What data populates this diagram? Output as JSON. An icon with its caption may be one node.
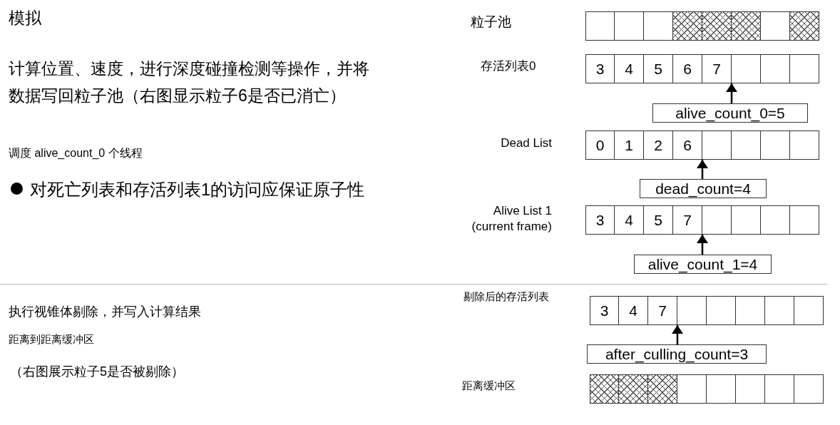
{
  "diagram": {
    "title": "模拟",
    "nodes": [
      {
        "text": [
          "粒子池"
        ]
      },
      {
        "text": [],
        "shape": "box",
        "in": 0
      },
      {
        "text": [],
        "shape": "box",
        "in": 0
      },
      {
        "text": [],
        "shape": "box",
        "in": 0
      },
      {
        "text": [],
        "shape": "box",
        "in": 0
      },
      {
        "text": [],
        "shape": "box",
        "in": 0
      },
      {
        "text": [],
        "shape": "box",
        "in": 0
      },
      {
        "text": [],
        "shape": "box",
        "in": 0
      },
      {
        "text": [],
        "shape": "box",
        "in": 0
      },
      {
        "text": [
          "存活列表0"
        ]
      },
      {
        "text": [
          "3"
        ],
        "in": 9
      },
      {
        "text": [
          "4"
        ],
        "in": 9
      },
      {
        "text": [
          "5"
        ],
        "in": 9
      },
      {
        "text": [
          "6"
        ],
        "in": 9
      },
      {
        "text": [
          "7"
        ],
        "in": 9
      },
      {
        "text": [],
        "shape": "box",
        "in": 9
      },
      {
        "text": [],
        "shape": "box",
        "in": 9
      },
      {
        "text": [],
        "shape": "box",
        "in": 9
      },
      {
        "text": [
          "alive_count_0=5"
        ]
      },
      {
        "text": [
          "Dead List"
        ]
      },
      {
        "text": [
          "0"
        ],
        "in": 19
      },
      {
        "text": [
          "1"
        ],
        "in": 19
      },
      {
        "text": [
          "2"
        ],
        "in": 19
      },
      {
        "text": [
          "6"
        ],
        "in": 19
      },
      {
        "text": [],
        "shape": "box",
        "in": 19
      },
      {
        "text": [],
        "shape": "box",
        "in": 19
      },
      {
        "text": [],
        "shape": "box",
        "in": 19
      },
      {
        "text": [],
        "shape": "box",
        "in": 19
      },
      {
        "text": [
          "dead_count=4"
        ]
      },
      {
        "text": [
          "Alive List 1 (current frame)"
        ]
      },
      {
        "text": [
          "3"
        ],
        "in": 29
      },
      {
        "text": [
          "4"
        ],
        "in": 29
      },
      {
        "text": [
          "5"
        ],
        "in": 29
      },
      {
        "text": [
          "7"
        ],
        "in": 29
      },
      {
        "text": [],
        "shape": "box",
        "in": 29
      },
      {
        "text": [],
        "shape": "box",
        "in": 29
      },
      {
        "text": [],
        "shape": "box",
        "in": 29
      },
      {
        "text": [],
        "shape": "box",
        "in": 29
      },
      {
        "text": [
          "alive_count_1=4"
        ]
      },
      {
        "text": [
          "剔除后的存活列表"
        ]
      },
      {
        "text": [
          "3"
        ],
        "in": 39
      },
      {
        "text": [
          "4"
        ],
        "in": 39
      },
      {
        "text": [
          "7"
        ],
        "in": 39
      },
      {
        "text": [],
        "shape": "box",
        "in": 39
      },
      {
        "text": [],
        "shape": "box",
        "in": 39
      },
      {
        "text": [],
        "shape": "box",
        "in": 39
      },
      {
        "text": [],
        "shape": "box",
        "in": 39
      },
      {
        "text": [],
        "shape": "box",
        "in": 39
      },
      {
        "text": [
          "after_culling_count=3"
        ]
      },
      {
        "text": [
          "距离缓冲区"
        ]
      },
      {
        "text": [],
        "shape": "box",
        "in": 49
      },
      {
        "text": [],
        "shape": "box",
        "in": 49
      },
      {
        "text": [],
        "shape": "box",
        "in": 49
      },
      {
        "text": [],
        "shape": "box",
        "in": 49
      },
      {
        "text": [],
        "shape": "box",
        "in": 49
      },
      {
        "text": [],
        "shape": "box",
        "in": 49
      },
      {
        "text": [],
        "shape": "box",
        "in": 49
      },
      {
        "text": [],
        "shape": "box",
        "in": 49
      }
    ],
    "edges": [
      {
        "from": 18,
        "to": 15,
        "arrow": "to"
      },
      {
        "from": 28,
        "to": 24,
        "arrow": "to"
      },
      {
        "from": 38,
        "to": 34,
        "arrow": "to"
      },
      {
        "from": 48,
        "to": 43,
        "arrow": "to"
      }
    ],
    "labels": [
      "计算位置、速度，进行深度碰撞检测等操作，并将数据写回粒子池（右图显示粒子6是否已消亡）",
      "调度 alive_count_0 个线程",
      "对死亡列表和存活列表1的访问应保证原子性",
      "执行视锥体剔除，并写入计算结果",
      "距离到距离缓冲区",
      "（右图展示粒子5是否被剔除）"
    ]
  }
}
